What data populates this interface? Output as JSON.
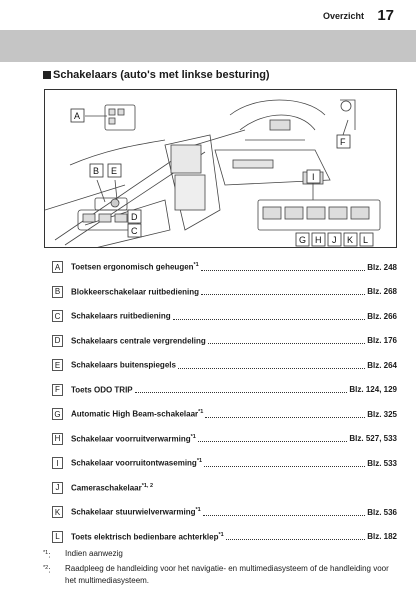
{
  "header": {
    "section": "Overzicht",
    "page_number": "17"
  },
  "heading": "Schakelaars (auto's met linkse besturing)",
  "figure_callouts": [
    "A",
    "B",
    "E",
    "D",
    "C",
    "F",
    "I",
    "G",
    "H",
    "J",
    "K",
    "L"
  ],
  "items": [
    {
      "letter": "A",
      "text": "Toetsen ergonomisch geheugen",
      "note": "*1",
      "ref": "Blz. 248"
    },
    {
      "letter": "B",
      "text": "Blokkeerschakelaar ruitbediening",
      "note": "",
      "ref": "Blz. 268"
    },
    {
      "letter": "C",
      "text": "Schakelaars ruitbediening",
      "note": "",
      "ref": "Blz. 266"
    },
    {
      "letter": "D",
      "text": "Schakelaars centrale vergrendeling",
      "note": "",
      "ref": "Blz. 176"
    },
    {
      "letter": "E",
      "text": "Schakelaars buitenspiegels",
      "note": "",
      "ref": "Blz. 264"
    },
    {
      "letter": "F",
      "text": "Toets ODO TRIP",
      "note": "",
      "ref": "Blz. 124, 129"
    },
    {
      "letter": "G",
      "text": "Automatic High Beam-schakelaar",
      "note": "*1",
      "ref": "Blz. 325"
    },
    {
      "letter": "H",
      "text": "Schakelaar voorruitverwarming",
      "note": "*1",
      "ref": "Blz. 527, 533"
    },
    {
      "letter": "I",
      "text": "Schakelaar voorruitontwaseming",
      "note": "*1",
      "ref": "Blz. 533"
    },
    {
      "letter": "J",
      "text": "Cameraschakelaar",
      "note": "*1, 2",
      "ref": ""
    },
    {
      "letter": "K",
      "text": "Schakelaar stuurwielverwarming",
      "note": "*1",
      "ref": "Blz. 536"
    },
    {
      "letter": "L",
      "text": "Toets elektrisch bedienbare achterklep",
      "note": "*1",
      "ref": "Blz. 182"
    }
  ],
  "footnotes": [
    {
      "mark": "*1",
      "text": "Indien aanwezig"
    },
    {
      "mark": "*2",
      "text": "Raadpleeg de handleiding voor het navigatie- en multimediasysteem of de handleiding voor het multimediasysteem."
    }
  ]
}
